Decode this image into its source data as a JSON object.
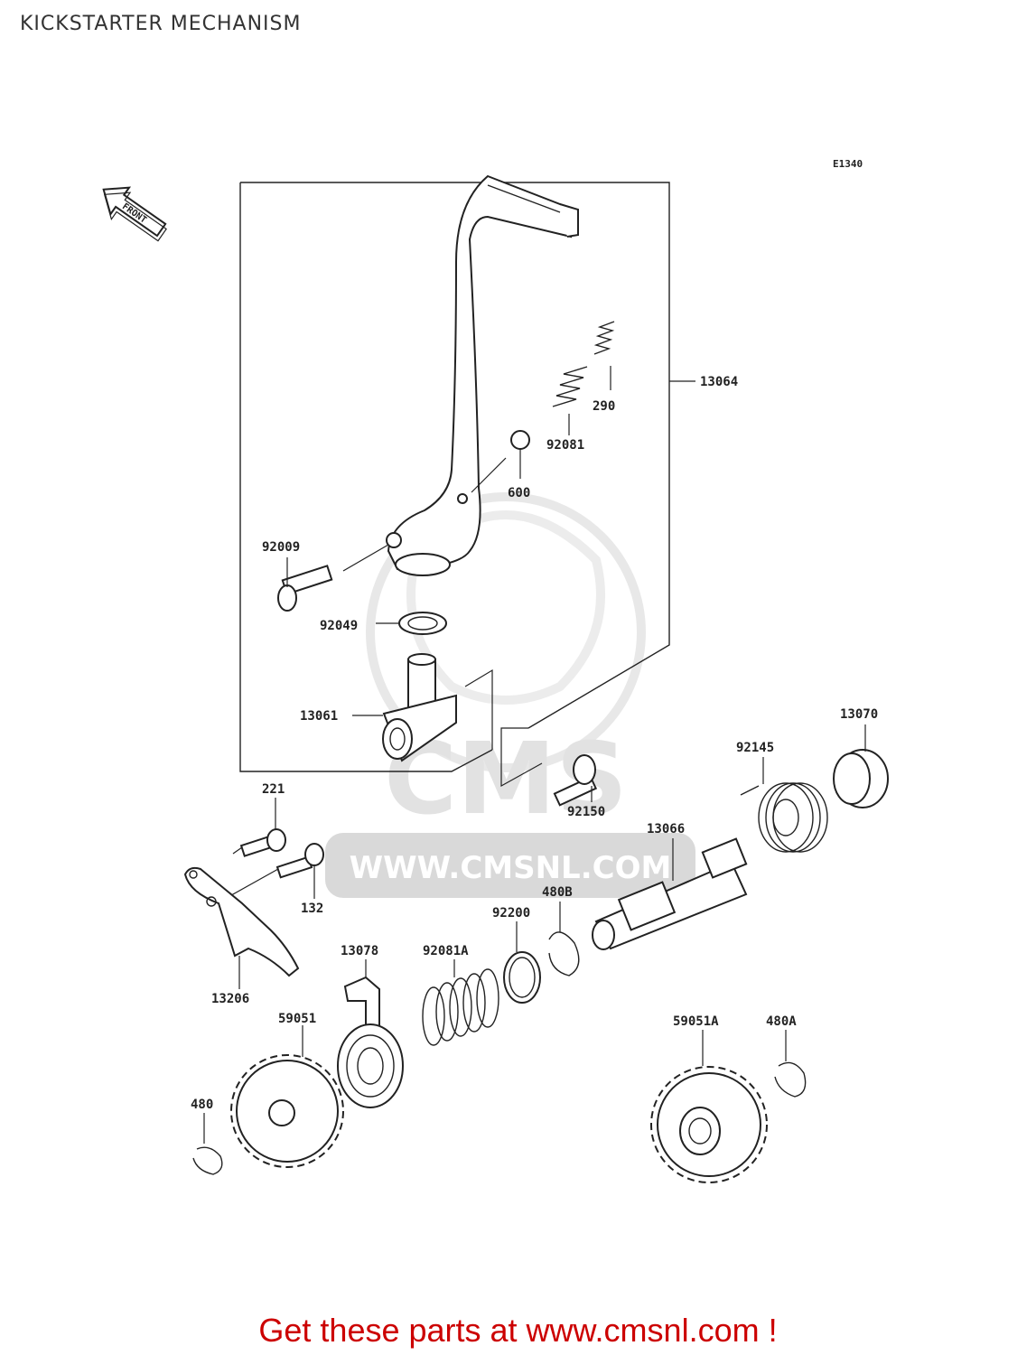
{
  "page": {
    "title": "KICKSTARTER MECHANISM",
    "diagram_code": "E1340",
    "front_label": "FRONT",
    "watermark_text": "CMS",
    "watermark_url": "WWW.CMSNL.COM",
    "promo": "Get these parts at www.cmsnl.com !"
  },
  "parts": [
    {
      "id": "13064"
    },
    {
      "id": "290"
    },
    {
      "id": "92081"
    },
    {
      "id": "600"
    },
    {
      "id": "92009"
    },
    {
      "id": "92049"
    },
    {
      "id": "13061"
    },
    {
      "id": "92150"
    },
    {
      "id": "13070"
    },
    {
      "id": "92145"
    },
    {
      "id": "13066"
    },
    {
      "id": "480B"
    },
    {
      "id": "92200"
    },
    {
      "id": "221"
    },
    {
      "id": "132"
    },
    {
      "id": "13206"
    },
    {
      "id": "13078"
    },
    {
      "id": "92081A"
    },
    {
      "id": "59051"
    },
    {
      "id": "480"
    },
    {
      "id": "59051A"
    },
    {
      "id": "480A"
    }
  ]
}
